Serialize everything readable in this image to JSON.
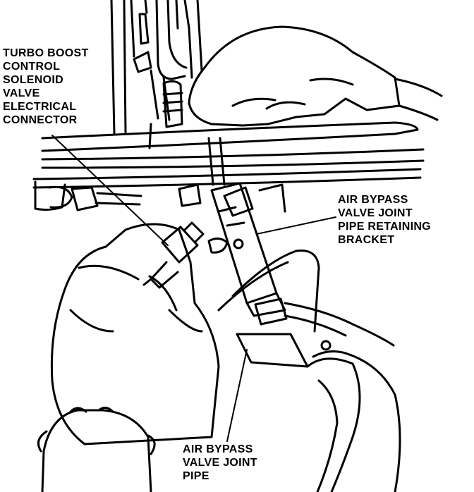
{
  "labels": {
    "solenoid_connector": [
      "TURBO BOOST",
      "CONTROL",
      "SOLENOID",
      "VALVE",
      "ELECTRICAL",
      "CONNECTOR"
    ],
    "retaining_bracket": [
      "AIR BYPASS",
      "VALVE JOINT",
      "PIPE RETAINING",
      "BRACKET"
    ],
    "joint_pipe": [
      "AIR BYPASS",
      "VALVE JOINT",
      "PIPE"
    ]
  },
  "colors": {
    "ink": "#000000",
    "paper": "#ffffff"
  }
}
